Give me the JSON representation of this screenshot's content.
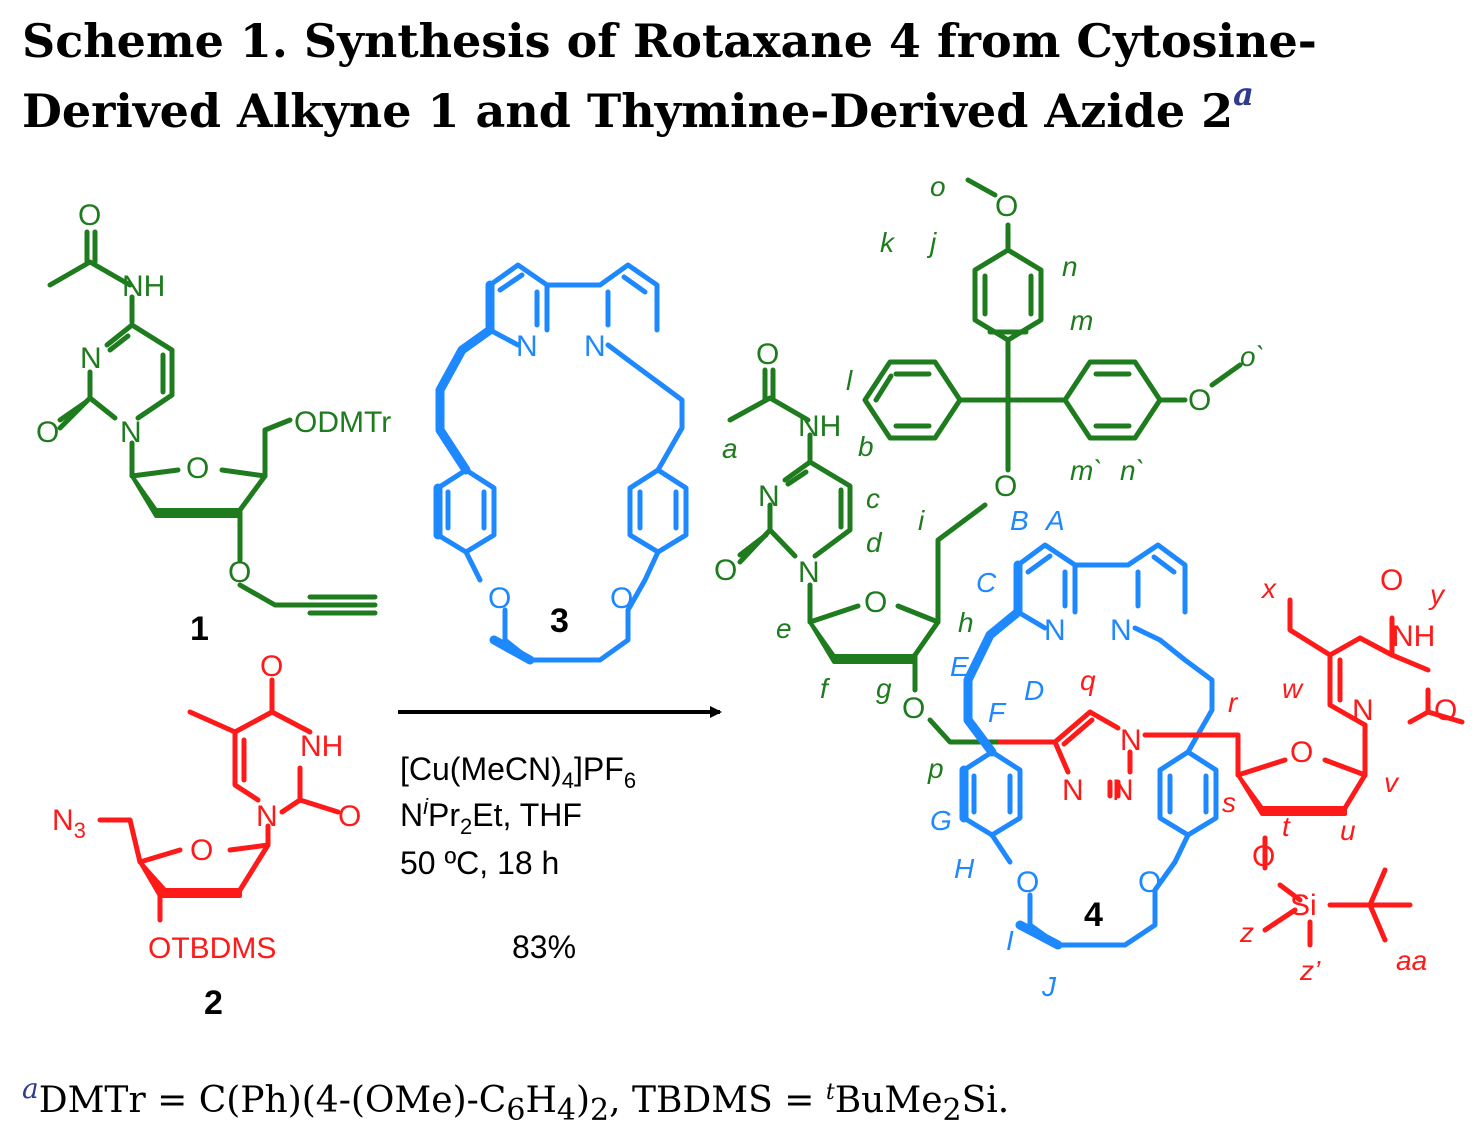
{
  "title": {
    "text": "Scheme 1. Synthesis of Rotaxane 4 from Cytosine-Derived Alkyne 1 and Thymine-Derived Azide 2",
    "footnote_marker": "a"
  },
  "colors": {
    "alkyne_component": "#1e7b1e",
    "azide_component": "#ff1a1a",
    "macrocycle": "#1e88ff",
    "footnote_marker": "#2f3b8f"
  },
  "compounds": {
    "c1": {
      "number": "1",
      "protecting_group": "ODMTr"
    },
    "c2": {
      "number": "2",
      "azide": "N",
      "azide_sub": "3",
      "protecting_group": "OTBDMS"
    },
    "c3": {
      "number": "3"
    },
    "c4": {
      "number": "4"
    }
  },
  "reaction": {
    "reagent_main": "[Cu(MeCN)",
    "reagent_sub": "4",
    "reagent_tail": "]PF",
    "reagent_sub2": "6",
    "base_n": "N",
    "base_sup": "i",
    "base_pr": "Pr",
    "base_sub": "2",
    "base_tail": "Et, THF",
    "conditions": "50 ºC, 18 h",
    "yield": "83%"
  },
  "atoms": {
    "O": "O",
    "N": "N",
    "NH": "NH",
    "Si": "Si"
  },
  "assignment_labels": {
    "green": [
      "a",
      "b",
      "c",
      "d",
      "e",
      "f",
      "g",
      "h",
      "i",
      "j",
      "k",
      "l",
      "m",
      "n",
      "o",
      "p",
      "m`",
      "n`",
      "o`"
    ],
    "red": [
      "q",
      "r",
      "s",
      "t",
      "u",
      "v",
      "w",
      "x",
      "y",
      "z",
      "z’",
      "aa"
    ],
    "blue": [
      "A",
      "B",
      "C",
      "D",
      "E",
      "F",
      "G",
      "H",
      "I",
      "J"
    ]
  },
  "footnote": {
    "marker": "a",
    "text_1": "DMTr = C(Ph)(4-(OMe)-C",
    "sub_1": "6",
    "text_2": "H",
    "sub_2": "4",
    "text_3": ")",
    "sub_3": "2",
    "text_4": ", TBDMS = ",
    "sup_t": "t",
    "text_5": "BuMe",
    "sub_5": "2",
    "text_6": "Si."
  }
}
